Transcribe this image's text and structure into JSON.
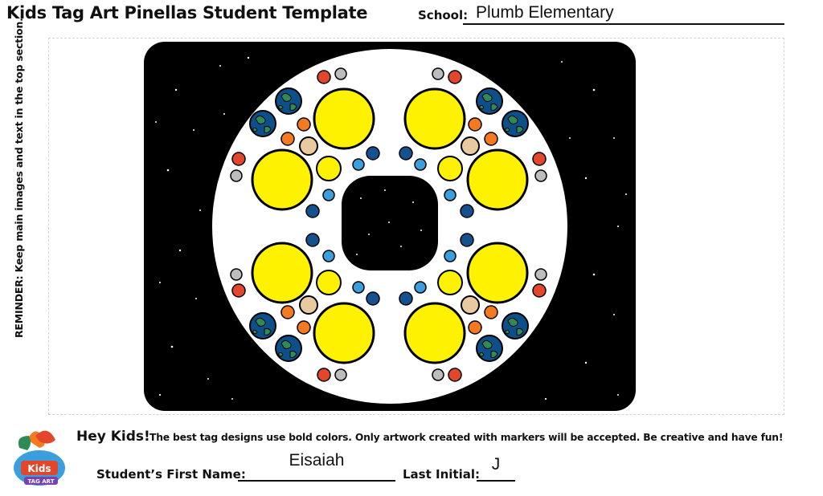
{
  "header": {
    "title": "Kids Tag Art Pinellas Student Template",
    "school_label": "School:",
    "school_value": "Plumb Elementary"
  },
  "side_reminder": "REMINDER: Keep main images and text in the top section.",
  "footer": {
    "heading": "Hey Kids!",
    "text": "The best tag designs use bold colors. Only artwork created with markers will be accepted. Be creative and have fun!",
    "first_name_label": "Student’s First Name:",
    "first_name_value": "Eisaiah",
    "last_initial_label": "Last Initial:",
    "last_initial_value": "J",
    "logo_text": "Kids TAG ART"
  },
  "colors": {
    "space": "#000000",
    "sun": "#fff200",
    "earth_ocean": "#0d4f8b",
    "earth_land": "#2e8b57",
    "orange": "#f47920",
    "red": "#e2472c",
    "light_blue": "#3a9fdc",
    "dark_blue": "#15518f",
    "tan": "#e8c9a0",
    "gray": "#bdbdbd"
  }
}
